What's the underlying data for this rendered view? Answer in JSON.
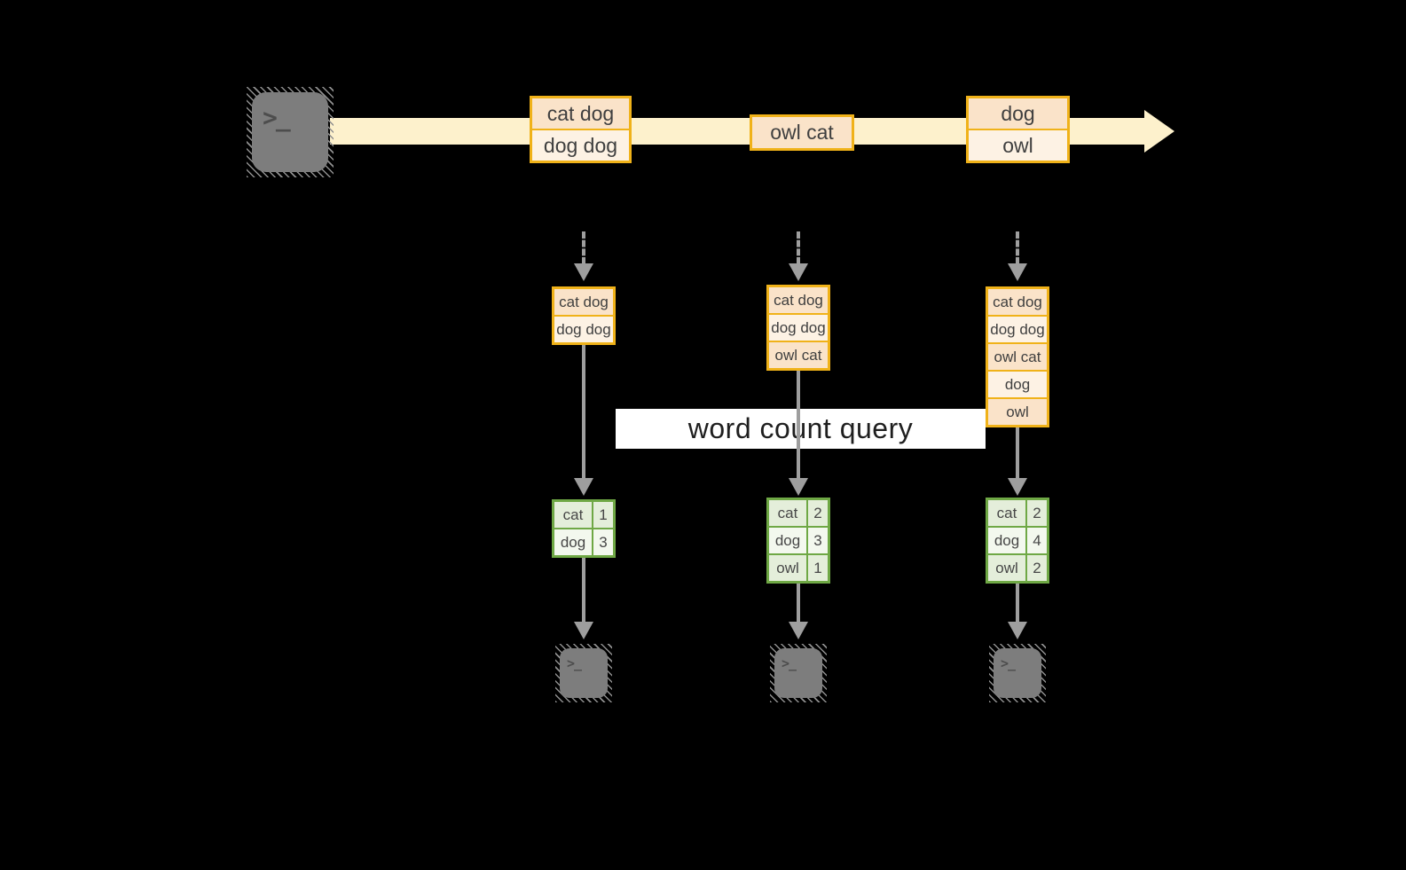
{
  "colors": {
    "stream_band": "#fdf1cc",
    "event_border": "#f0b219",
    "event_fill_dark": "#fae3c9",
    "event_fill_light": "#fdf2e4",
    "table_border": "#6fa845",
    "table_fill_dark": "#e4eeda",
    "table_fill_light": "#f3f8ee",
    "arrow_gray": "#9e9e9e",
    "terminal_gray": "#7d7d7d",
    "text_dark": "#3f3f3f",
    "banner_bg": "#ffffff",
    "banner_text": "#1f1f1f"
  },
  "source_terminal": {
    "glyph": ">_"
  },
  "stream": {
    "events": [
      [
        "cat dog",
        "dog dog"
      ],
      [
        "owl cat"
      ],
      [
        "dog",
        "owl"
      ]
    ]
  },
  "query_banner": {
    "label": "word count query"
  },
  "columns": [
    {
      "buffer": [
        "cat dog",
        "dog dog"
      ],
      "counts": [
        {
          "word": "cat",
          "count": "1"
        },
        {
          "word": "dog",
          "count": "3"
        }
      ]
    },
    {
      "buffer": [
        "cat dog",
        "dog dog",
        "owl cat"
      ],
      "counts": [
        {
          "word": "cat",
          "count": "2"
        },
        {
          "word": "dog",
          "count": "3"
        },
        {
          "word": "owl",
          "count": "1"
        }
      ]
    },
    {
      "buffer": [
        "cat dog",
        "dog dog",
        "owl cat",
        "dog",
        "owl"
      ],
      "counts": [
        {
          "word": "cat",
          "count": "2"
        },
        {
          "word": "dog",
          "count": "4"
        },
        {
          "word": "owl",
          "count": "2"
        }
      ]
    }
  ],
  "output_terminals": [
    {
      "glyph": ">_"
    },
    {
      "glyph": ">_"
    },
    {
      "glyph": ">_"
    }
  ]
}
